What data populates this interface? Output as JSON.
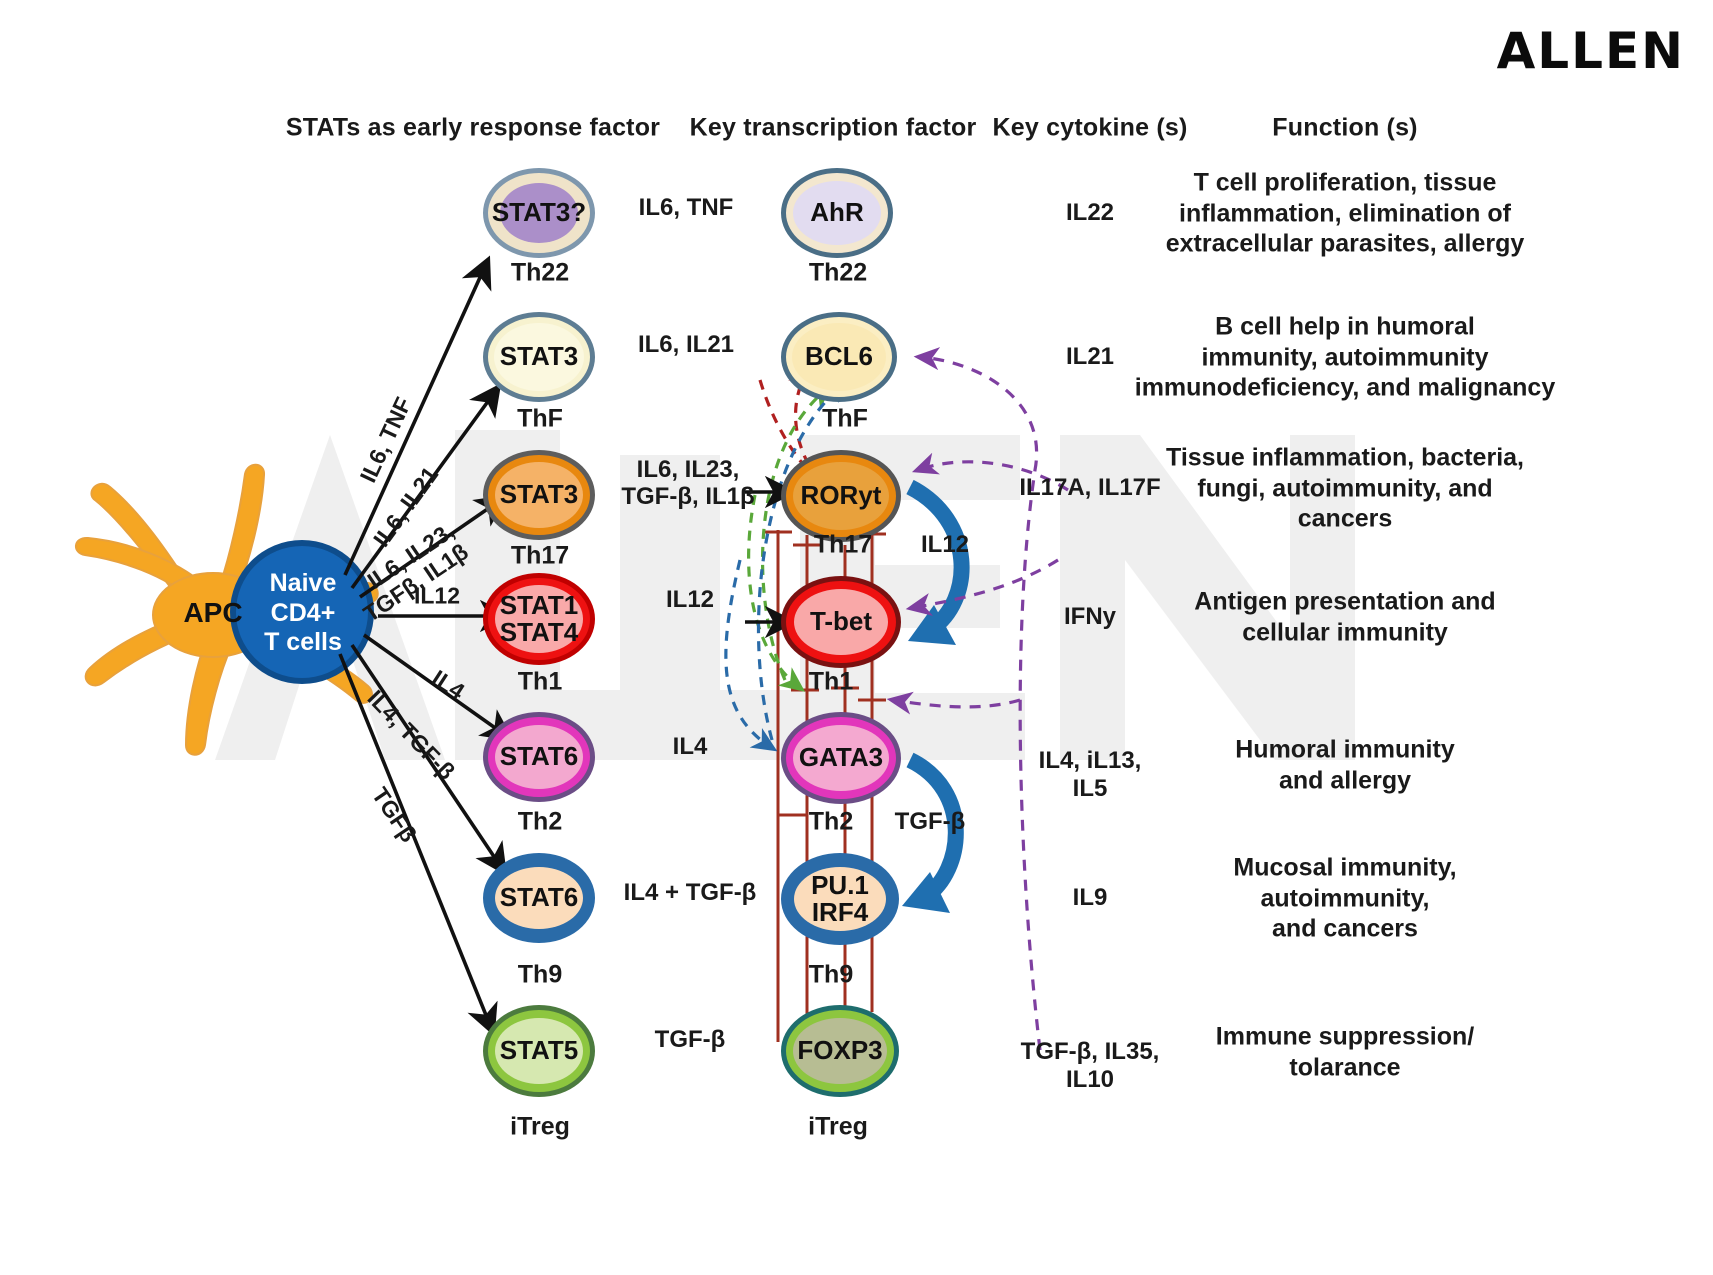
{
  "brand": {
    "logo": "ALLEN",
    "watermark": "ALLEN"
  },
  "headers": {
    "col1": "STATs as early response factor",
    "col2": "Key transcription factor",
    "col3": "Key cytokine (s)",
    "col4": "Function (s)"
  },
  "source": {
    "apc_label": "APC",
    "naive_label": "Naive\nCD4+\nT cells",
    "naive_line1": "Naive",
    "naive_line2": "CD4+",
    "naive_line3": "T cells"
  },
  "differentiation_arrows": [
    {
      "label": "IL6, TNF",
      "target": "Th22"
    },
    {
      "label": "IL6, IL21",
      "target": "ThF"
    },
    {
      "label": "IL6, IL23,",
      "label2": "TGFβ, IL1β",
      "target": "Th17"
    },
    {
      "label": "IL12",
      "target": "Th1"
    },
    {
      "label": "IL4",
      "target": "Th2"
    },
    {
      "label": "IL4, TGF-β",
      "target": "Th9"
    },
    {
      "label": "TGFβ",
      "target": "iTreg"
    }
  ],
  "rows": [
    {
      "subset": "Th22",
      "stat": {
        "text": "STAT3?",
        "ring": "#7e97ad",
        "mid": "#efe3c9",
        "core": "#ab8fc9"
      },
      "mid_cytokine": "IL6, TNF",
      "tf": {
        "text": "AhR",
        "ring": "#4a6e86",
        "mid": "#f3e7cf",
        "core": "#e2dcf0"
      },
      "key_cytokines": "IL22",
      "function": [
        "T cell proliferation, tissue",
        "inflammation, elimination of",
        "extracellular parasites, allergy"
      ]
    },
    {
      "subset": "ThF",
      "stat": {
        "text": "STAT3",
        "ring": "#5e7d93",
        "mid": "#f7f2cf",
        "core": "#fbf8df"
      },
      "mid_cytokine": "IL6, IL21",
      "tf": {
        "text": "BCL6",
        "ring": "#4a6e86",
        "mid": "#fbeec3",
        "core": "#fae9b5"
      },
      "key_cytokines": "IL21",
      "function": [
        "B cell help in humoral",
        "immunity, autoimmunity",
        "immunodeficiency, and malignancy"
      ]
    },
    {
      "subset": "Th17",
      "stat": {
        "text": "STAT3",
        "ring": "#5d5d5d",
        "mid": "#e8880f",
        "core": "#f5b267"
      },
      "mid_cytokine": "IL6, IL23,",
      "mid_cytokine2": "TGF-β, IL1β",
      "tf": {
        "text": "RORyt",
        "ring": "#555555",
        "mid": "#e8880f",
        "core": "#e8a13c"
      },
      "key_cytokines": "IL17A, IL17F",
      "function": [
        "Tissue inflammation, bacteria,",
        "fungi, autoimmunity, and",
        "cancers"
      ]
    },
    {
      "subset": "Th1",
      "stat": {
        "text": "STAT1",
        "text2": "STAT4",
        "ring": "#c00000",
        "mid": "#ee1111",
        "core": "#f9a9a9"
      },
      "mid_cytokine": "IL12",
      "tf": {
        "text": "T-bet",
        "ring": "#7a1111",
        "mid": "#ee1111",
        "core": "#f9a8a8"
      },
      "key_cytokines": "IFNy",
      "function": [
        "Antigen presentation and",
        "cellular immunity"
      ]
    },
    {
      "subset": "Th2",
      "stat": {
        "text": "STAT6",
        "ring": "#6b4d86",
        "mid": "#e236bb",
        "core": "#f3a8cf"
      },
      "mid_cytokine": "IL4",
      "tf": {
        "text": "GATA3",
        "ring": "#6b4d86",
        "mid": "#e236bb",
        "core": "#f4a9d0"
      },
      "key_cytokines": "IL4, iL13,",
      "key_cytokines2": "IL5",
      "function": [
        "Humoral immunity",
        "and allergy"
      ]
    },
    {
      "subset": "Th9",
      "stat": {
        "text": "STAT6",
        "ring": "#2a6ba8",
        "mid": "#2a6ba8",
        "core": "#fbdcbb"
      },
      "mid_cytokine": "IL4 + TGF-β",
      "tf": {
        "text": "PU.1",
        "text2": "IRF4",
        "ring": "#2a6ba8",
        "mid": "#2a6ba8",
        "core": "#fbdcbb"
      },
      "key_cytokines": "IL9",
      "function": [
        "Mucosal immunity,",
        "autoimmunity,",
        "and cancers"
      ]
    },
    {
      "subset": "iTreg",
      "stat": {
        "text": "STAT5",
        "ring": "#4c7b3e",
        "mid": "#8dc63f",
        "core": "#d6e8b0"
      },
      "mid_cytokine": "TGF-β",
      "tf": {
        "text": "FOXP3",
        "ring": "#1e6d6d",
        "mid": "#8dc63f",
        "core": "#b7bd93"
      },
      "key_cytokines": "TGF-β, IL35,",
      "key_cytokines2": "IL10",
      "function": [
        "Immune suppression/",
        "tolarance"
      ]
    }
  ],
  "network_labels": {
    "il12_tbet_in": "IL12",
    "il6_il23_tgfb_il1b_l1": "IL6, IL23,",
    "il6_il23_tgfb_il1b_l2": "TGF-β, IL1β",
    "il12_curve": "IL12",
    "tgfb_curve": "TGF-β",
    "th17_sub": "Th17",
    "th1_sub": "Th1",
    "th2_sub": "Th2",
    "th9_sub": "Th9"
  },
  "colors": {
    "inhibition": "#a03020",
    "blue_curve": "#1f6fb0",
    "purple_dashed": "#7e3fa0",
    "red_dashed": "#b02020",
    "green_dashed": "#5aa83a",
    "blue_dashed": "#2a6ba8",
    "black_arrow": "#111111",
    "apc_gold": "#f5a623",
    "naive_blue": "#1565b5"
  }
}
